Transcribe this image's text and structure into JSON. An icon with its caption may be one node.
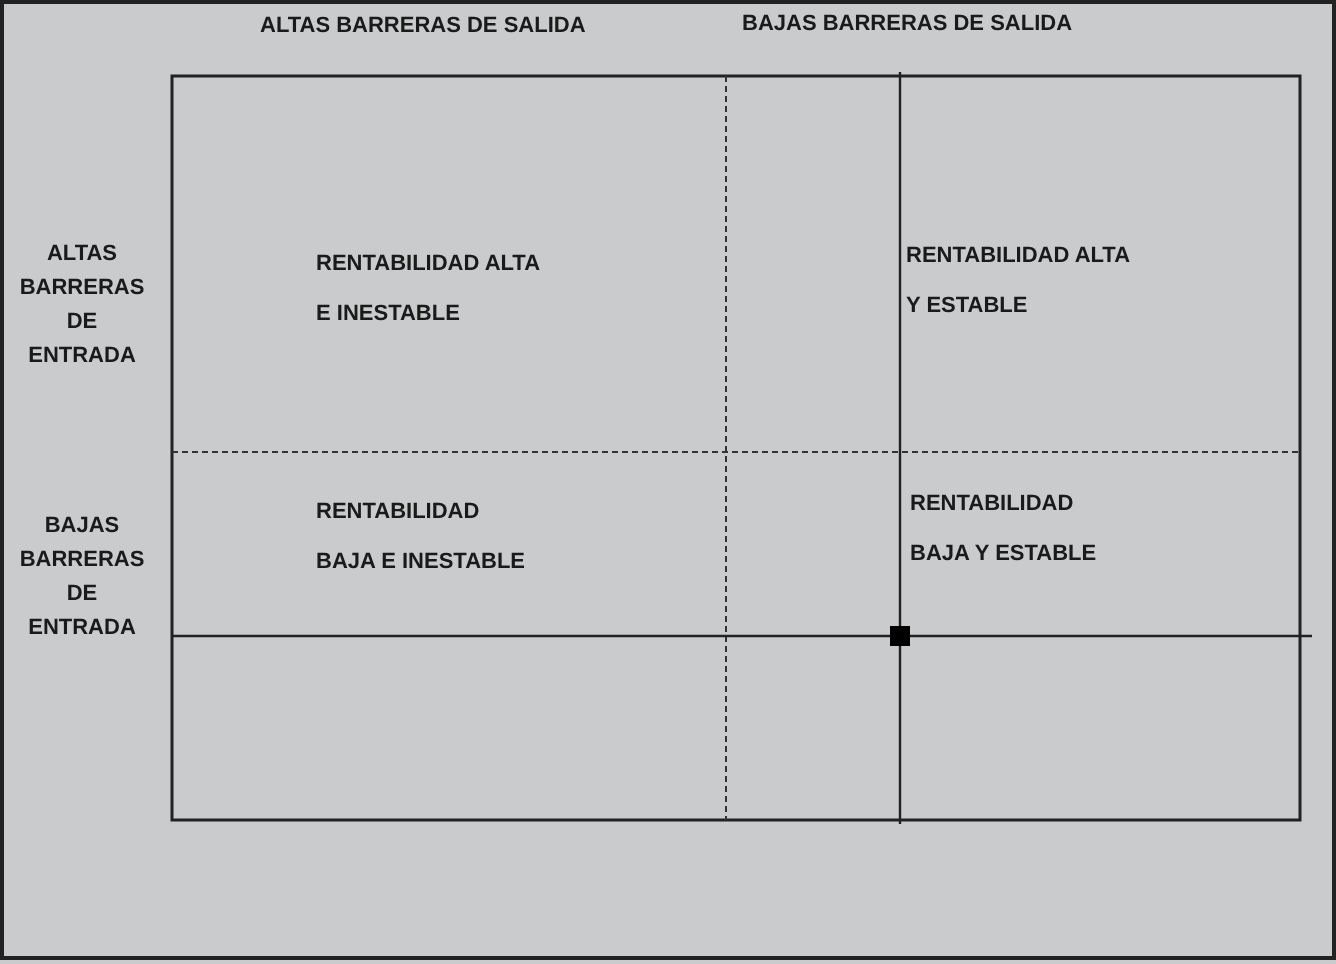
{
  "diagram": {
    "labels": [
      "ALTAS BARRERAS DE SALIDA",
      "BAJAS BARRERAS DE SALIDA",
      "ALTAS BARRERAS DE ENTRADA",
      "RENTABILIDAD ALTA E INESTABLE",
      "RENTABILIDAD ALTA Y ESTABLE",
      "BAJAS BARRERAS DE ENTRADA",
      "RENTABILIDAD BAJA E INESTABLE",
      "RENTABILIDAD BAJA Y ESTABLE"
    ]
  }
}
